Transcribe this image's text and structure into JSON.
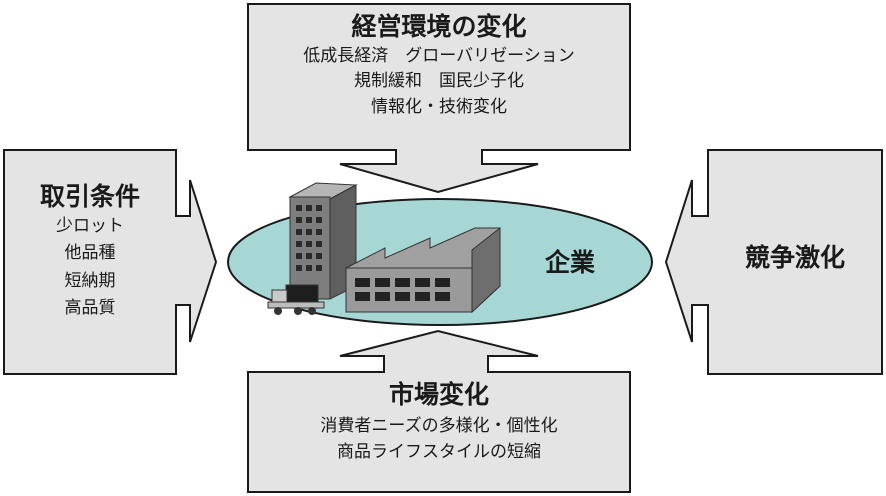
{
  "top": {
    "title": "経営環境の変化",
    "lines": [
      "低成長経済　グローバリゼーション",
      "規制緩和　国民少子化",
      "情報化・技術変化"
    ]
  },
  "left": {
    "title": "取引条件",
    "lines": [
      "少ロット",
      "他品種",
      "短納期",
      "高品質"
    ]
  },
  "right": {
    "title": "競争激化"
  },
  "bottom": {
    "title": "市場変化",
    "lines": [
      "消費者ニーズの多様化・個性化",
      "商品ライフスタイルの短縮"
    ]
  },
  "center": {
    "label": "企業"
  },
  "colors": {
    "box_fill": "#e4e4e4",
    "ellipse_fill": "#a7d7d4",
    "stroke": "#1a1a1a",
    "building": "#7e7e7e",
    "factory": "#9a9a9a"
  }
}
